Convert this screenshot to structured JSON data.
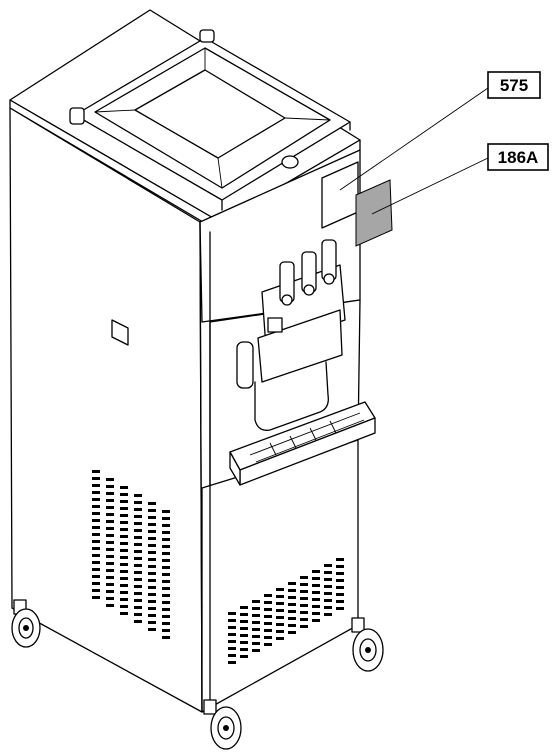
{
  "callouts": {
    "label_a": "575",
    "label_b": "186A"
  },
  "colors": {
    "line": "#000000",
    "background": "#ffffff",
    "label_panel": "#a6a6a6"
  },
  "icons": [
    "soft-serve-machine-illustration",
    "caster-wheel-icon",
    "vent-grille-icon",
    "dispenser-lever-icon"
  ]
}
